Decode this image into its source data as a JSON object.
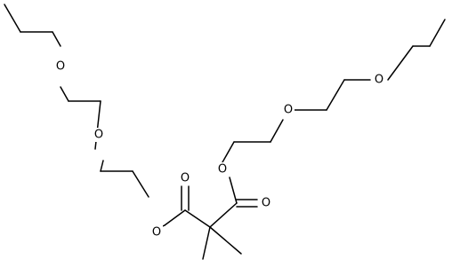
{
  "diagram": {
    "type": "skeletal-structure",
    "background_color": "#ffffff",
    "line_color": "#000000",
    "atom_labels": [
      {
        "id": "o-ether-left-upper",
        "text": "O"
      },
      {
        "id": "o-ether-left-lower",
        "text": "O"
      },
      {
        "id": "o-ester-left",
        "text": "O"
      },
      {
        "id": "o-carbonyl-left",
        "text": "O"
      },
      {
        "id": "o-ester-right",
        "text": "O"
      },
      {
        "id": "o-carbonyl-right",
        "text": "O"
      },
      {
        "id": "o-ether-right-lower",
        "text": "O"
      },
      {
        "id": "o-ether-right-upper",
        "text": "O"
      }
    ]
  }
}
